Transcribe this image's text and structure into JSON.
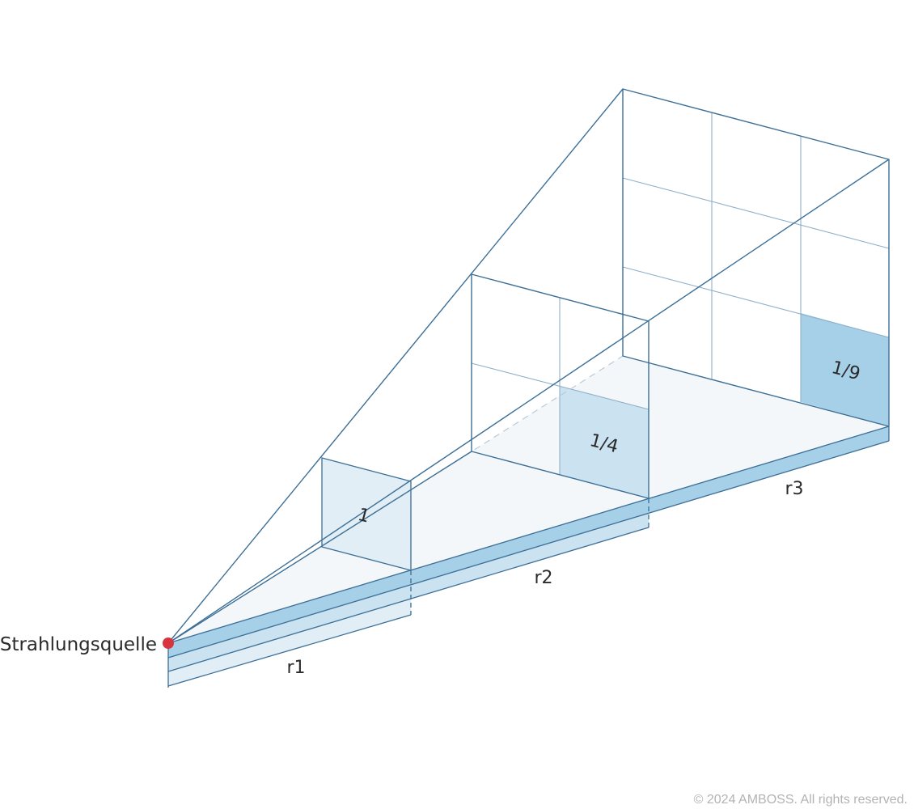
{
  "source_label": "Strahlungsquelle",
  "fractions": {
    "near": "1",
    "middle": "1/4",
    "far": "1/9"
  },
  "distances": {
    "r1": "r1",
    "r2": "r2",
    "r3": "r3"
  },
  "copyright": "© 2024 AMBOSS. All rights reserved.",
  "colors": {
    "line": "#3d6f96",
    "grid": "#8fb0c8",
    "floor": "#f3f7fa",
    "square_near": "#e2eef6",
    "square_mid": "#cbe2f1",
    "square_far": "#a6cfe8",
    "band_dark": "#a6cfe8",
    "band_mid": "#cbe2f1",
    "band_light": "#e2eef6",
    "source": "#d8343e"
  }
}
